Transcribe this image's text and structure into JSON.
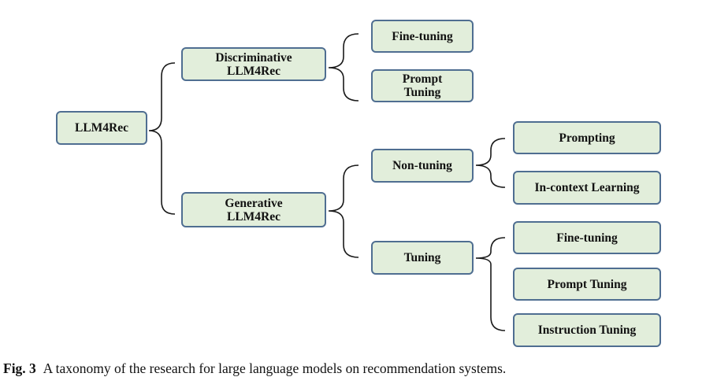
{
  "diagram": {
    "root": "LLM4Rec",
    "discriminative": {
      "label_line1": "Discriminative",
      "label_line2": "LLM4Rec",
      "children": [
        "Fine-tuning",
        "Prompt Tuning"
      ]
    },
    "generative": {
      "label_line1": "Generative",
      "label_line2": "LLM4Rec",
      "non_tuning": {
        "label": "Non-tuning",
        "children": [
          "Prompting",
          "In-context Learning"
        ]
      },
      "tuning": {
        "label": "Tuning",
        "children": [
          "Fine-tuning",
          "Prompt Tuning",
          "Instruction Tuning"
        ]
      }
    },
    "disc_prompt_tuning_line1": "Prompt",
    "disc_prompt_tuning_line2": "Tuning"
  },
  "caption": {
    "label": "Fig. 3",
    "text": "A taxonomy of the research for large language models on recommendation systems."
  }
}
